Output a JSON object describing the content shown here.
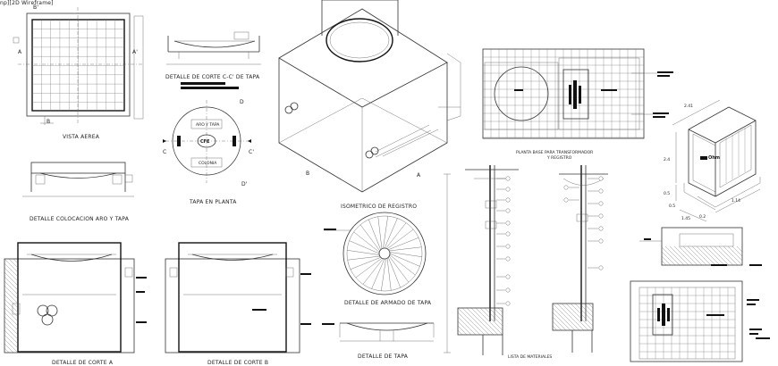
{
  "header": {
    "partial_title": "np][2D Wireframe]"
  },
  "views": {
    "vista_aerea": {
      "title": "VISTA AEREA",
      "marks": [
        "B'",
        "B",
        "A",
        "A'"
      ]
    },
    "detalle_corte_cc": {
      "title": "DETALLE DE CORTE C-C' DE TAPA"
    },
    "tapa_en_planta": {
      "title": "TAPA EN PLANTA",
      "logo": "CFE",
      "plate_top": "ARO Y TAPA",
      "plate_bottom": "COLONIA",
      "marks": [
        "D",
        "C",
        "C'",
        "D'"
      ]
    },
    "isometrico": {
      "title": "ISOMETRICO DE REGISTRO",
      "marks": [
        "B",
        "A"
      ]
    },
    "planta_base": {
      "title_line1": "PLANTA BASE PARA TRANSFORMADOR",
      "title_line2": "Y REGISTRO"
    },
    "transformer_iso": {
      "brand": "Ohm",
      "dims": [
        "2.41",
        "2.4",
        "0.5",
        "1.45",
        "0.5",
        "1.14",
        "0.2"
      ]
    },
    "detalle_colocacion": {
      "title": "DETALLE COLOCACION ARO Y TAPA"
    },
    "armado_tapa": {
      "title": "DETALLE DE ARMADO DE TAPA"
    },
    "detalle_tapa": {
      "title": "DETALLE DE TAPA"
    },
    "corte_a": {
      "title": "DETALLE DE CORTE A"
    },
    "corte_b": {
      "title": "DETALLE DE CORTE B"
    },
    "lista_materiales": {
      "title": "LISTA DE MATERIALES"
    }
  }
}
